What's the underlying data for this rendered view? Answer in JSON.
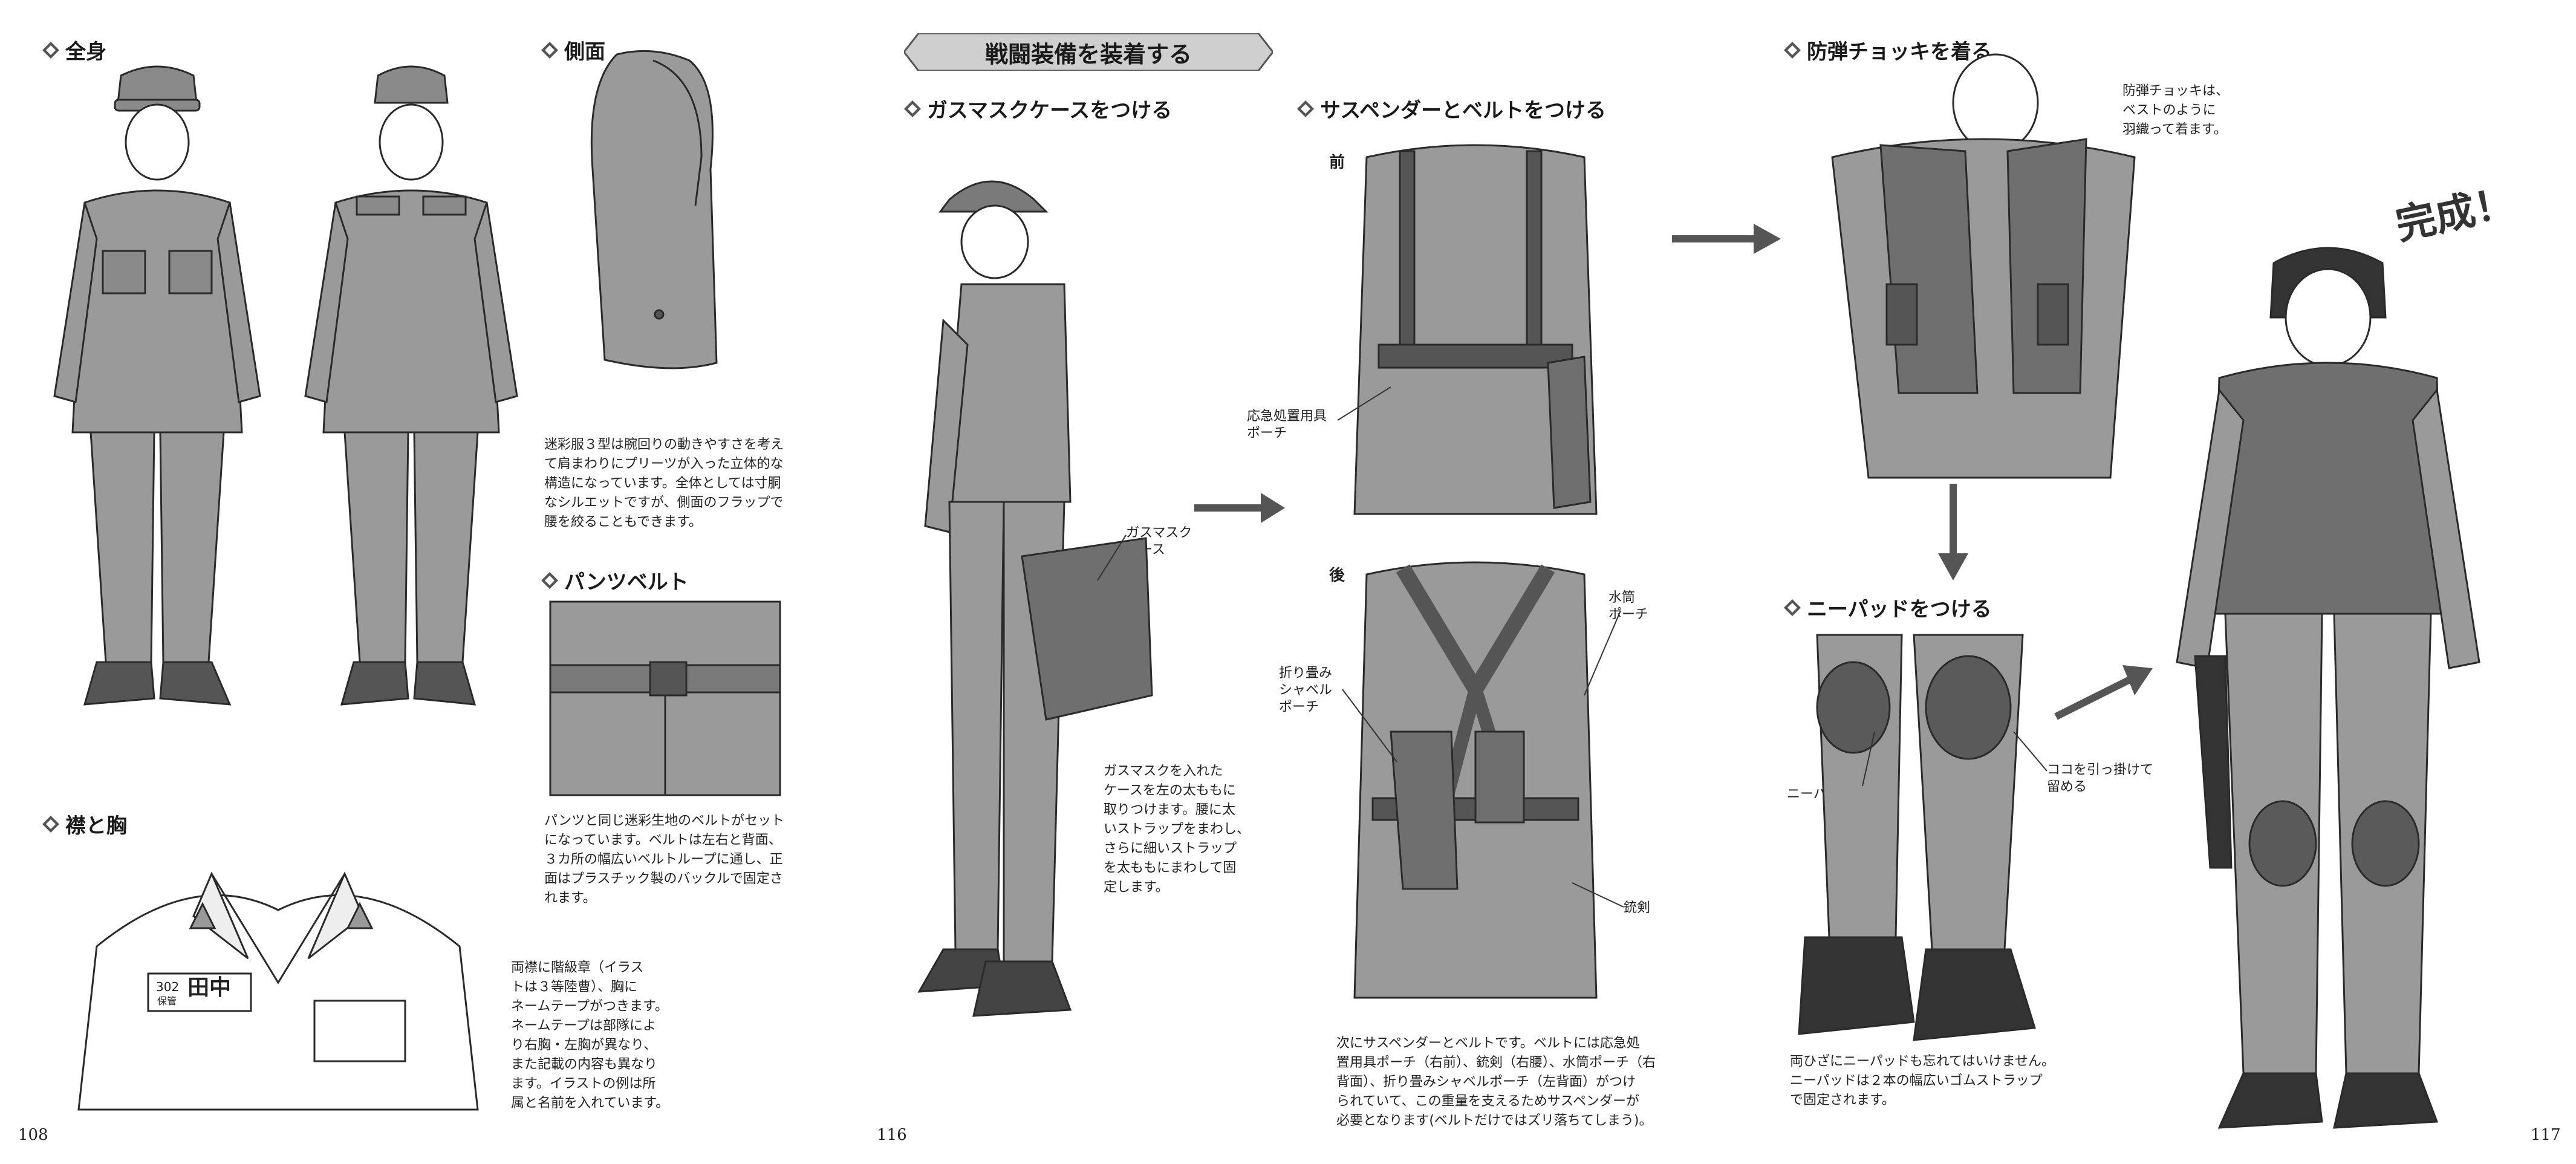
{
  "banner": {
    "title": "戦闘装備を装着する"
  },
  "headings": {
    "zenshin": "全身",
    "sokumen": "側面",
    "pants_belt": "パンツベルト",
    "eri_mune": "襟と胸",
    "gasmask_case": "ガスマスクケースをつける",
    "suspender_belt": "サスペンダーとベルトをつける",
    "vest": "防弾チョッキを着る",
    "kneepad": "ニーパッドをつける"
  },
  "texts": {
    "sokumen": [
      "迷彩服３型は腕回りの動きやすさを考え",
      "て肩まわりにプリーツが入った立体的な",
      "構造になっています。全体としては寸胴",
      "なシルエットですが、側面のフラップで",
      "腰を絞ることもできます。"
    ],
    "pants_belt": [
      "パンツと同じ迷彩生地のベルトがセット",
      "になっています。ベルトは左右と背面、",
      "３カ所の幅広いベルトループに通し、正",
      "面はプラスチック製のバックルで固定さ",
      "れます。"
    ],
    "eri_mune": [
      "両襟に階級章（イラス",
      "トは３等陸曹）、胸に",
      "ネームテープがつきます。",
      "ネームテープは部隊によ",
      "り右胸・左胸が異なり、",
      "また記載の内容も異なり",
      "ます。イラストの例は所",
      "属と名前を入れています。"
    ],
    "gasmask": [
      "ガスマスクを入れた",
      "ケースを左の太ももに",
      "取りつけます。腰に太",
      "いストラップをまわし、",
      "さらに細いストラップ",
      "を太ももにまわして固",
      "定します。"
    ],
    "suspender": [
      "次にサスペンダーとベルトです。ベルトには応急処",
      "置用具ポーチ（右前）、銃剣（右腰）、水筒ポーチ（右",
      "背面）、折り畳みシャベルポーチ（左背面）がつけ",
      "られていて、この重量を支えるためサスペンダーが",
      "必要となります(ベルトだけではズリ落ちてしまう)。"
    ],
    "vest_note": [
      "防弾チョッキは、",
      "ベストのように",
      "羽織って着ます。"
    ],
    "kneepad": [
      "両ひざにニーパッドも忘れてはいけません。",
      "ニーパッドは２本の幅広いゴムストラップ",
      "で固定されます。"
    ]
  },
  "labels": {
    "front": "前",
    "back": "後",
    "first_aid": [
      "応急処置用具",
      "ポーチ"
    ],
    "gasmask_case": [
      "ガスマスク",
      "ケース"
    ],
    "canteen": [
      "水筒",
      "ポーチ"
    ],
    "shovel": [
      "折り畳み",
      "シャベル",
      "ポーチ"
    ],
    "bayonet": "銃剣",
    "kneepad": "ニーパッド",
    "hook": [
      "ココを引っ掛けて",
      "留める"
    ],
    "nametape_num": "302",
    "nametape_unit": "保管",
    "nametape_name": "田中",
    "kansei": "完成！"
  },
  "page_numbers": {
    "p108": "108",
    "p116": "116",
    "p117": "117"
  },
  "colors": {
    "uniform_gray": "#9a9a9a",
    "uniform_dark": "#6f6f6f",
    "line": "#2a2a2a",
    "arrow": "#555555",
    "banner_fill": "#cfcfcf"
  }
}
